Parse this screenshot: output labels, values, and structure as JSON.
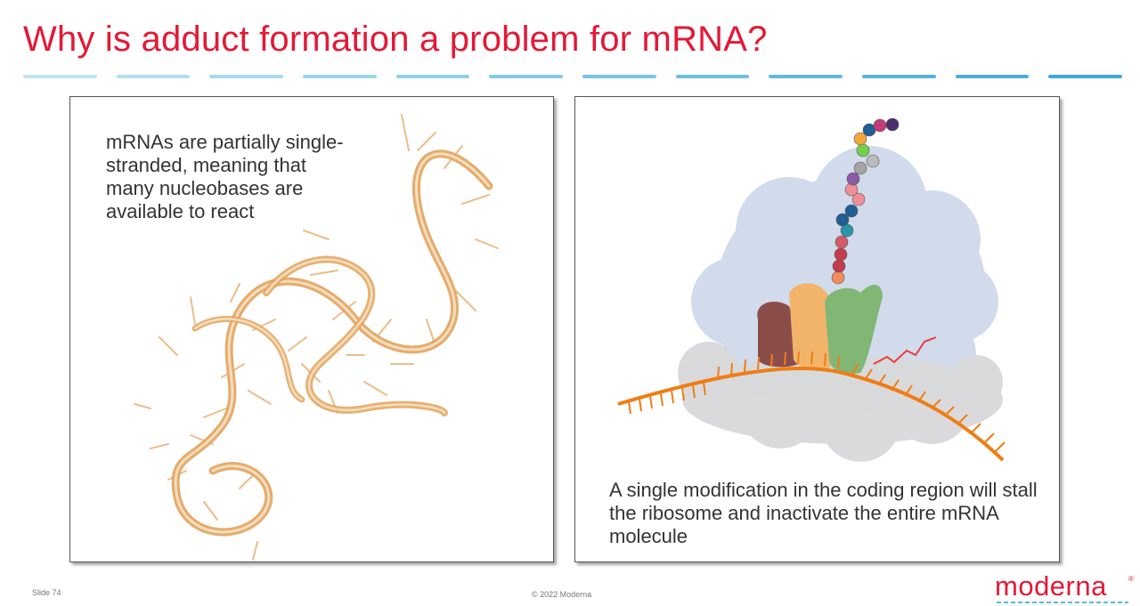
{
  "slide": {
    "title": "Why is adduct formation a problem for mRNA?",
    "left_panel": {
      "text": "mRNAs are partially single-stranded, meaning that many nucleobases are available to react"
    },
    "right_panel": {
      "text": "A single modification in the coding region will stall the ribosome and inactivate the entire mRNA molecule"
    },
    "footer": {
      "slide_number": "Slide 74",
      "copyright": "© 2022 Moderna"
    },
    "logo": {
      "text": "moderna",
      "registered": "®"
    }
  },
  "colors": {
    "title": "#e31937",
    "dash_light": "#bfe4f2",
    "dash_dark": "#3da9d9",
    "rna": "#e8b77e",
    "mrna": "#ef7d14"
  },
  "icons": [
    "rna-helix-illustration",
    "ribosome-illustration"
  ]
}
